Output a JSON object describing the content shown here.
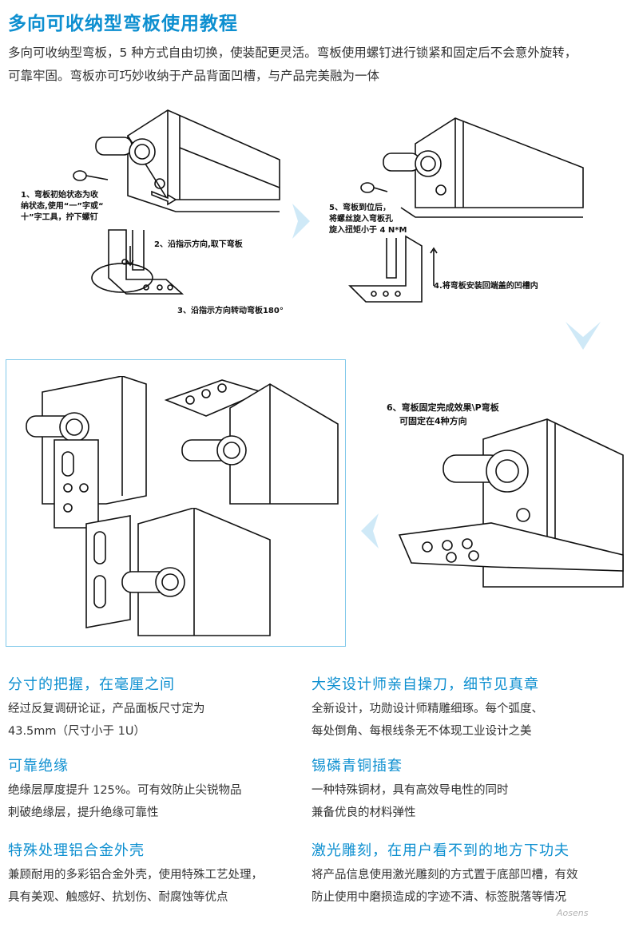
{
  "header": {
    "title": "多向可收纳型弯板使用教程",
    "intro_line1": "多向可收纳型弯板，5 种方式自由切换，使装配更灵活。弯板使用螺钉进行锁紧和固定后不会意外旋转，",
    "intro_line2": "可靠牢固。弯板亦可巧妙收纳于产品背面凹槽，与产品完美融为一体"
  },
  "steps": {
    "step1_l1": "1、弯板初始状态为收",
    "step1_l2": "纳状态,使用“一”字或“",
    "step1_l3": "十”字工具，拧下螺钉",
    "step2": "2、沿指示方向,取下弯板",
    "step3": "3、沿指示方向转动弯板180°",
    "step4": "4.将弯板安装回端盖的凹槽内",
    "step5_l1": "5、弯板到位后，",
    "step5_l2": "将螺丝旋入弯板孔",
    "step5_l3": "旋入扭矩小于 4 N*M",
    "step6_l1": "6、弯板固定完成效果\\P弯板",
    "step6_l2": "可固定在4种方向"
  },
  "features": [
    {
      "title": "分寸的把握，在毫厘之间",
      "line1": "经过反复调研论证，产品面板尺寸定为",
      "line2": "43.5mm（尺寸小于 1U）"
    },
    {
      "title": "大奖设计师亲自操刀，细节见真章",
      "line1": "全新设计，功勋设计师精雕细琢。每个弧度、",
      "line2": "每处倒角、每根线条无不体现工业设计之美"
    },
    {
      "title": "可靠绝缘",
      "line1": "绝缘层厚度提升 125%。可有效防止尖锐物品",
      "line2": "刺破绝缘层，提升绝缘可靠性"
    },
    {
      "title": "锡磷青铜插套",
      "line1": "一种特殊铜材，具有高效导电性的同时",
      "line2": "兼备优良的材料弹性"
    },
    {
      "title": "特殊处理铝合金外壳",
      "line1": "兼顾耐用的多彩铝合金外壳，使用特殊工艺处理，",
      "line2": "具有美观、触感好、抗划伤、耐腐蚀等优点"
    },
    {
      "title": "激光雕刻，在用户看不到的地方下功夫",
      "line1": "将产品信息使用激光雕刻的方式置于底部凹槽，有效",
      "line2": "防止使用中磨损造成的字迹不清、标签脱落等情况"
    }
  ],
  "watermark": "Aosens",
  "colors": {
    "accent": "#0d8fd0",
    "chevron": "#cfe9f7",
    "frame": "#7fc8ea"
  }
}
